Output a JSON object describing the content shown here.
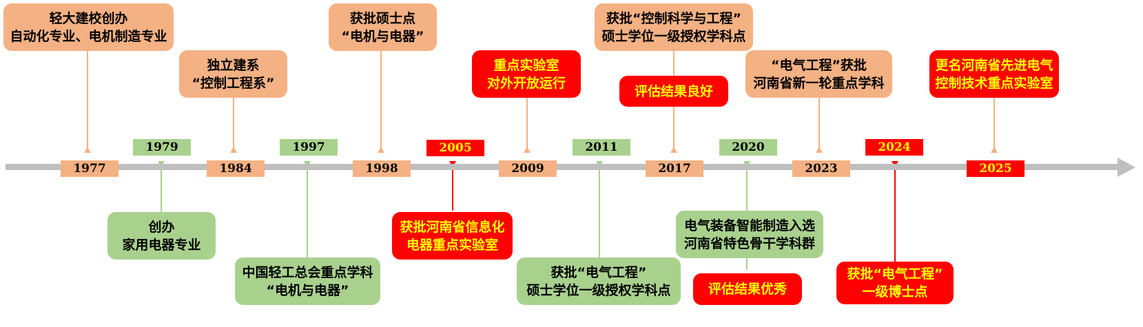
{
  "years": {
    "y1977": "1977",
    "y1979": "1979",
    "y1984": "1984",
    "y1997": "1997",
    "y1998": "1998",
    "y2005": "2005",
    "y2009": "2009",
    "y2011": "2011",
    "y2017": "2017",
    "y2020": "2020",
    "y2023": "2023",
    "y2024": "2024",
    "y2025": "2025"
  },
  "events": {
    "e1977": [
      "轻大建校创办",
      "自动化专业、电机制造专业"
    ],
    "e1979": [
      "创办",
      "家用电器专业"
    ],
    "e1984": [
      "独立建系",
      "“控制工程系”"
    ],
    "e1997": [
      "中国轻工总会重点学科",
      "“电机与电器”"
    ],
    "e1998": [
      "获批硕士点",
      "“电机与电器”"
    ],
    "e2005": [
      "获批河南省信息化",
      "电器重点实验室"
    ],
    "e2009": [
      "重点实验室",
      "对外开放运行"
    ],
    "e2011": [
      "获批“电气工程”",
      "硕士学位一级授权学科点"
    ],
    "e2017a": [
      "获批“控制科学与工程”",
      "硕士学位一级授权学科点"
    ],
    "e2017b": "评估结果良好",
    "e2020a": [
      "电气装备智能制造入选",
      "河南省特色骨干学科群"
    ],
    "e2020b": "评估结果优秀",
    "e2023": [
      "“电气工程”获批",
      "河南省新一轮重点学科"
    ],
    "e2024": [
      "获批“电气工程”",
      "一级博士点"
    ],
    "e2025": [
      "更名河南省先进电气",
      "控制技术重点实验室"
    ]
  },
  "colors": {
    "orange": "#f4b183",
    "green": "#a9d18e",
    "red": "#ff0000",
    "yellow_text": "#ffff00",
    "axis_gray": "#bfbfbf"
  }
}
